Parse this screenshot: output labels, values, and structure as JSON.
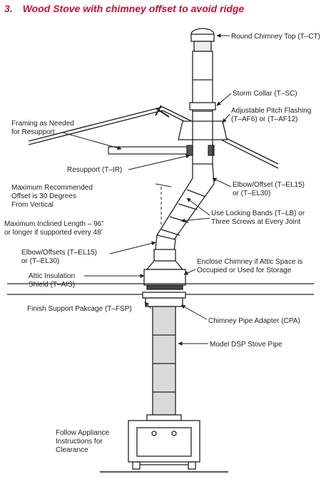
{
  "title": {
    "number": "3.",
    "text": "Wood Stove with chimney offset to avoid ridge"
  },
  "colors": {
    "title": "#c8102e",
    "line": "#222222",
    "pipe_fill": "#d9d9d9"
  },
  "labels": [
    {
      "id": "round-chimney-top",
      "lines": [
        "Round Chimney Top (T–CT)"
      ]
    },
    {
      "id": "storm-collar",
      "lines": [
        "Storm Collar (T–SC)"
      ]
    },
    {
      "id": "pitch-flashing",
      "lines": [
        "Adjustable Pitch Flashing",
        "(T–AF6) or (T–AF12)"
      ]
    },
    {
      "id": "framing",
      "lines": [
        "Framing as Needed",
        "for Resupport"
      ]
    },
    {
      "id": "resupport",
      "lines": [
        "Resupport (T–IR)"
      ]
    },
    {
      "id": "elbow-offset-upper",
      "lines": [
        "Elbow/Offset (T–EL15)",
        "or (T–EL30)"
      ]
    },
    {
      "id": "max-offset",
      "lines": [
        "Maximum Recommended",
        "Offset is 30 Degrees",
        "From Vertical"
      ]
    },
    {
      "id": "locking-bands",
      "lines": [
        "Use Locking Bands (T–LB) or",
        "Three Screws at Every Joint"
      ]
    },
    {
      "id": "max-inclined",
      "lines": [
        "Maximum Inclined Length – 96”",
        "or longer if supported every 48’"
      ]
    },
    {
      "id": "elbow-offsets-lower",
      "lines": [
        "Elbow/Offsets (T–EL15)",
        "or (T–EL30)"
      ]
    },
    {
      "id": "enclose-chimney",
      "lines": [
        "Enclose Chimney if Attic Space is",
        "Occupied or Used for Storage"
      ]
    },
    {
      "id": "attic-shield",
      "lines": [
        "Attic Insulation",
        "Shield (T–AIS)"
      ]
    },
    {
      "id": "finish-support",
      "lines": [
        "Finish Support Pakcage (T–FSP)"
      ]
    },
    {
      "id": "chimney-adapter",
      "lines": [
        "Chimney Pipe Adapter (CPA)"
      ]
    },
    {
      "id": "stove-pipe",
      "lines": [
        "Model DSP Stove Pipe"
      ]
    },
    {
      "id": "appliance-clearance",
      "lines": [
        "Follow Appliance",
        "Instructions for",
        "Clearance"
      ]
    }
  ]
}
